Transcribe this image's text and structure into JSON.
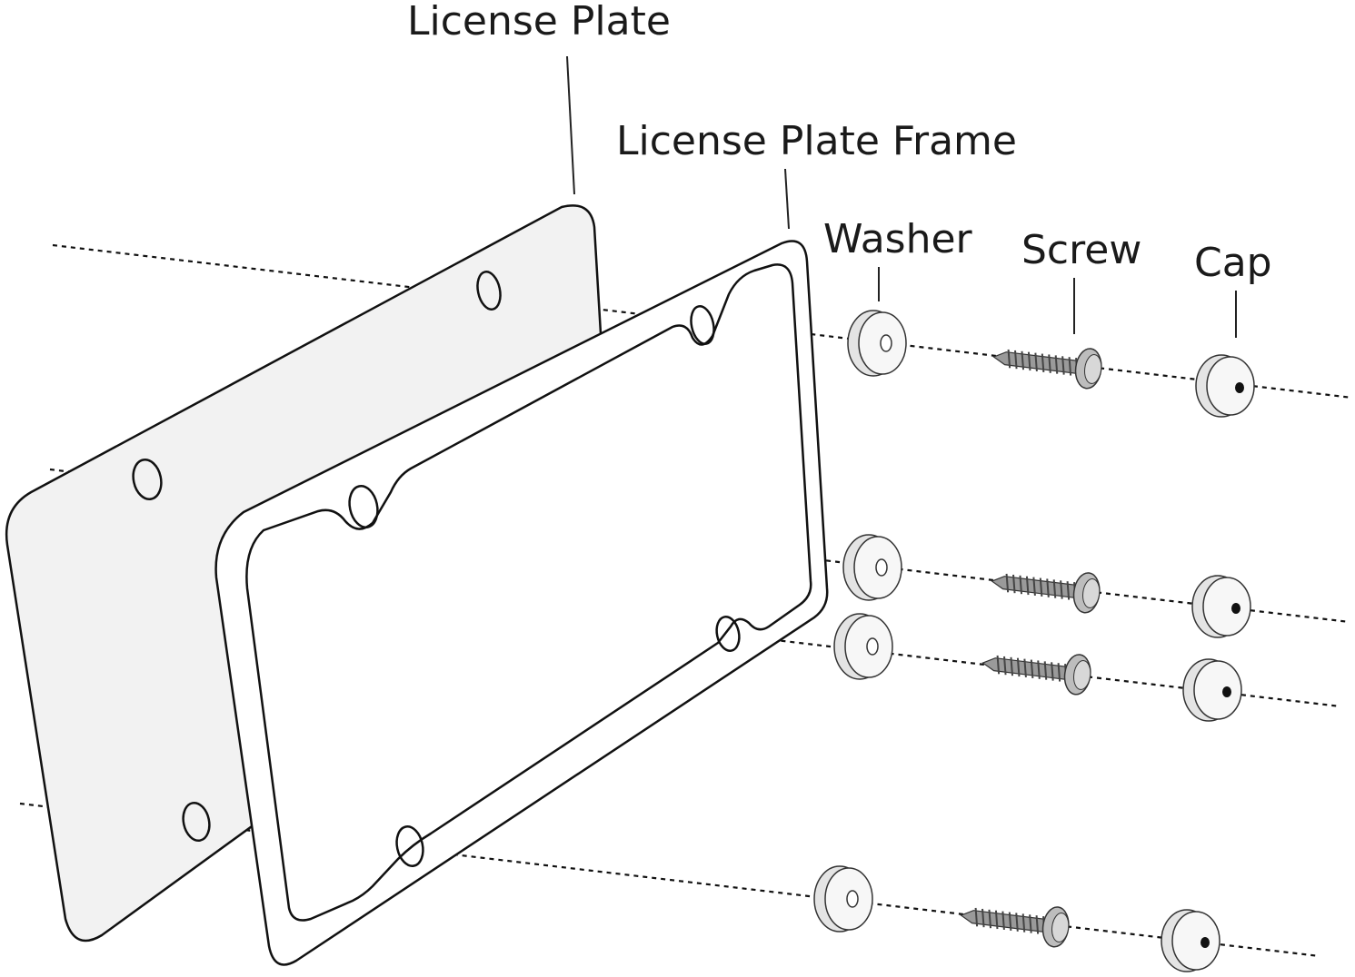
{
  "labels": {
    "license_plate": "License Plate",
    "license_plate_frame": "License Plate Frame",
    "washer": "Washer",
    "screw": "Screw",
    "cap": "Cap"
  },
  "colors": {
    "line": "#111111",
    "plate_fill": "#f2f2f2",
    "background": "#ffffff"
  },
  "hardware_sets": 4
}
